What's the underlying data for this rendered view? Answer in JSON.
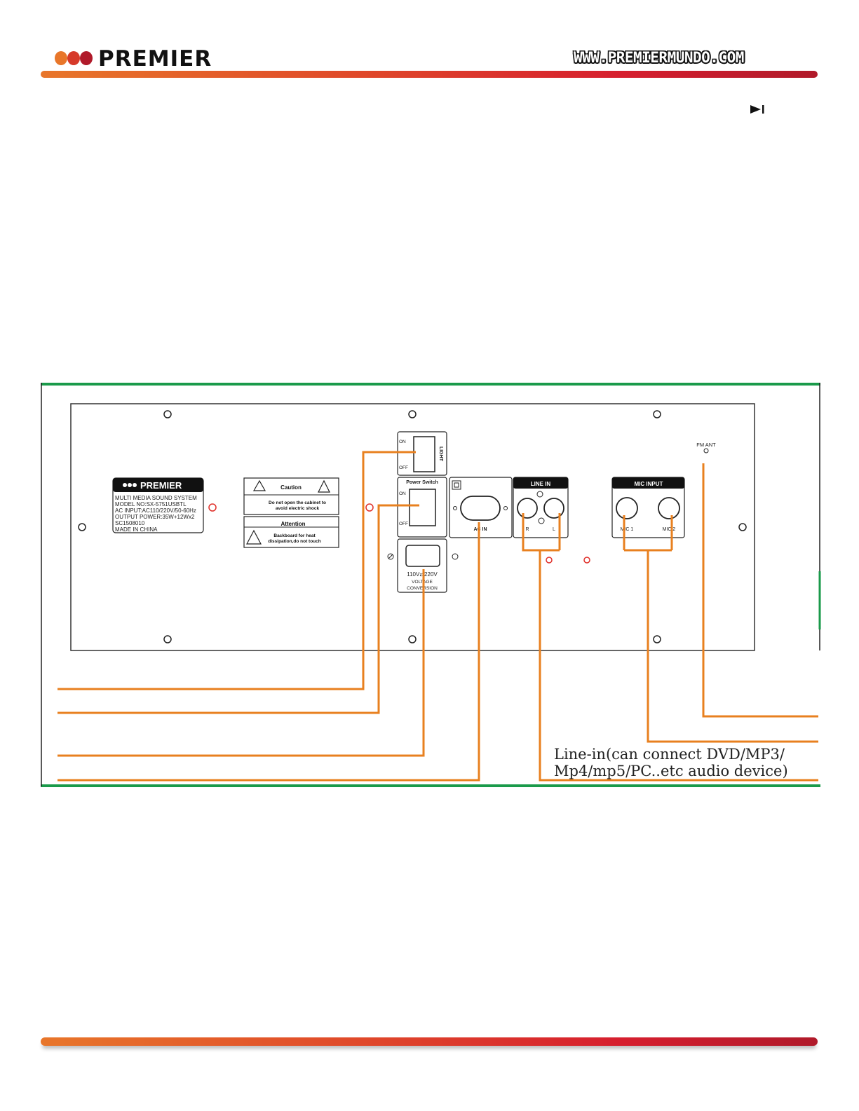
{
  "header": {
    "brand": "PREMIER",
    "url": "WWW.PREMIERMUNDO.COM",
    "icon": "play-pause-icon"
  },
  "panel": {
    "light_switch": {
      "on": "ON",
      "off": "OFF",
      "label": "LIGHT"
    },
    "power_switch": {
      "title": "Power Switch",
      "on": "ON",
      "off": "OFF"
    },
    "ac_in": "AC IN",
    "voltage": {
      "value": "110V⇄220V",
      "line1": "VOLTAGE",
      "line2": "CONVERSION"
    },
    "line_in": {
      "title": "LINE IN",
      "r": "R",
      "l": "L"
    },
    "mic_input": {
      "title": "MIC INPUT",
      "mic1": "MIC 1",
      "mic2": "MIC 2"
    },
    "fm_ant": "FM ANT",
    "rating_label": {
      "brand": "PREMIER",
      "lines": [
        "MULTI MEDIA SOUND SYSTEM",
        "MODEL NO:SX-5751USBTL",
        "AC INPUT:AC110/220V/50-60Hz",
        "OUTPUT POWER:35W+12Wx2",
        "SC1508010",
        "MADE IN CHINA"
      ]
    },
    "caution": {
      "title": "Caution",
      "line1": "Do not open the cabinet to",
      "line2": "avoid electric shock"
    },
    "attention": {
      "title": "Attention",
      "line1": "Backboard for heat",
      "line2": "dissipation,do not touch"
    }
  },
  "callouts": {
    "line_in_1": "Line-in(can connect DVD/MP3/",
    "line_in_2": "Mp4/mp5/PC..etc audio device)"
  },
  "colors": {
    "accent": "#e8801f",
    "frame": "#1a9a4a",
    "panel_border": "#333333",
    "dot_red": "#e0302a"
  }
}
